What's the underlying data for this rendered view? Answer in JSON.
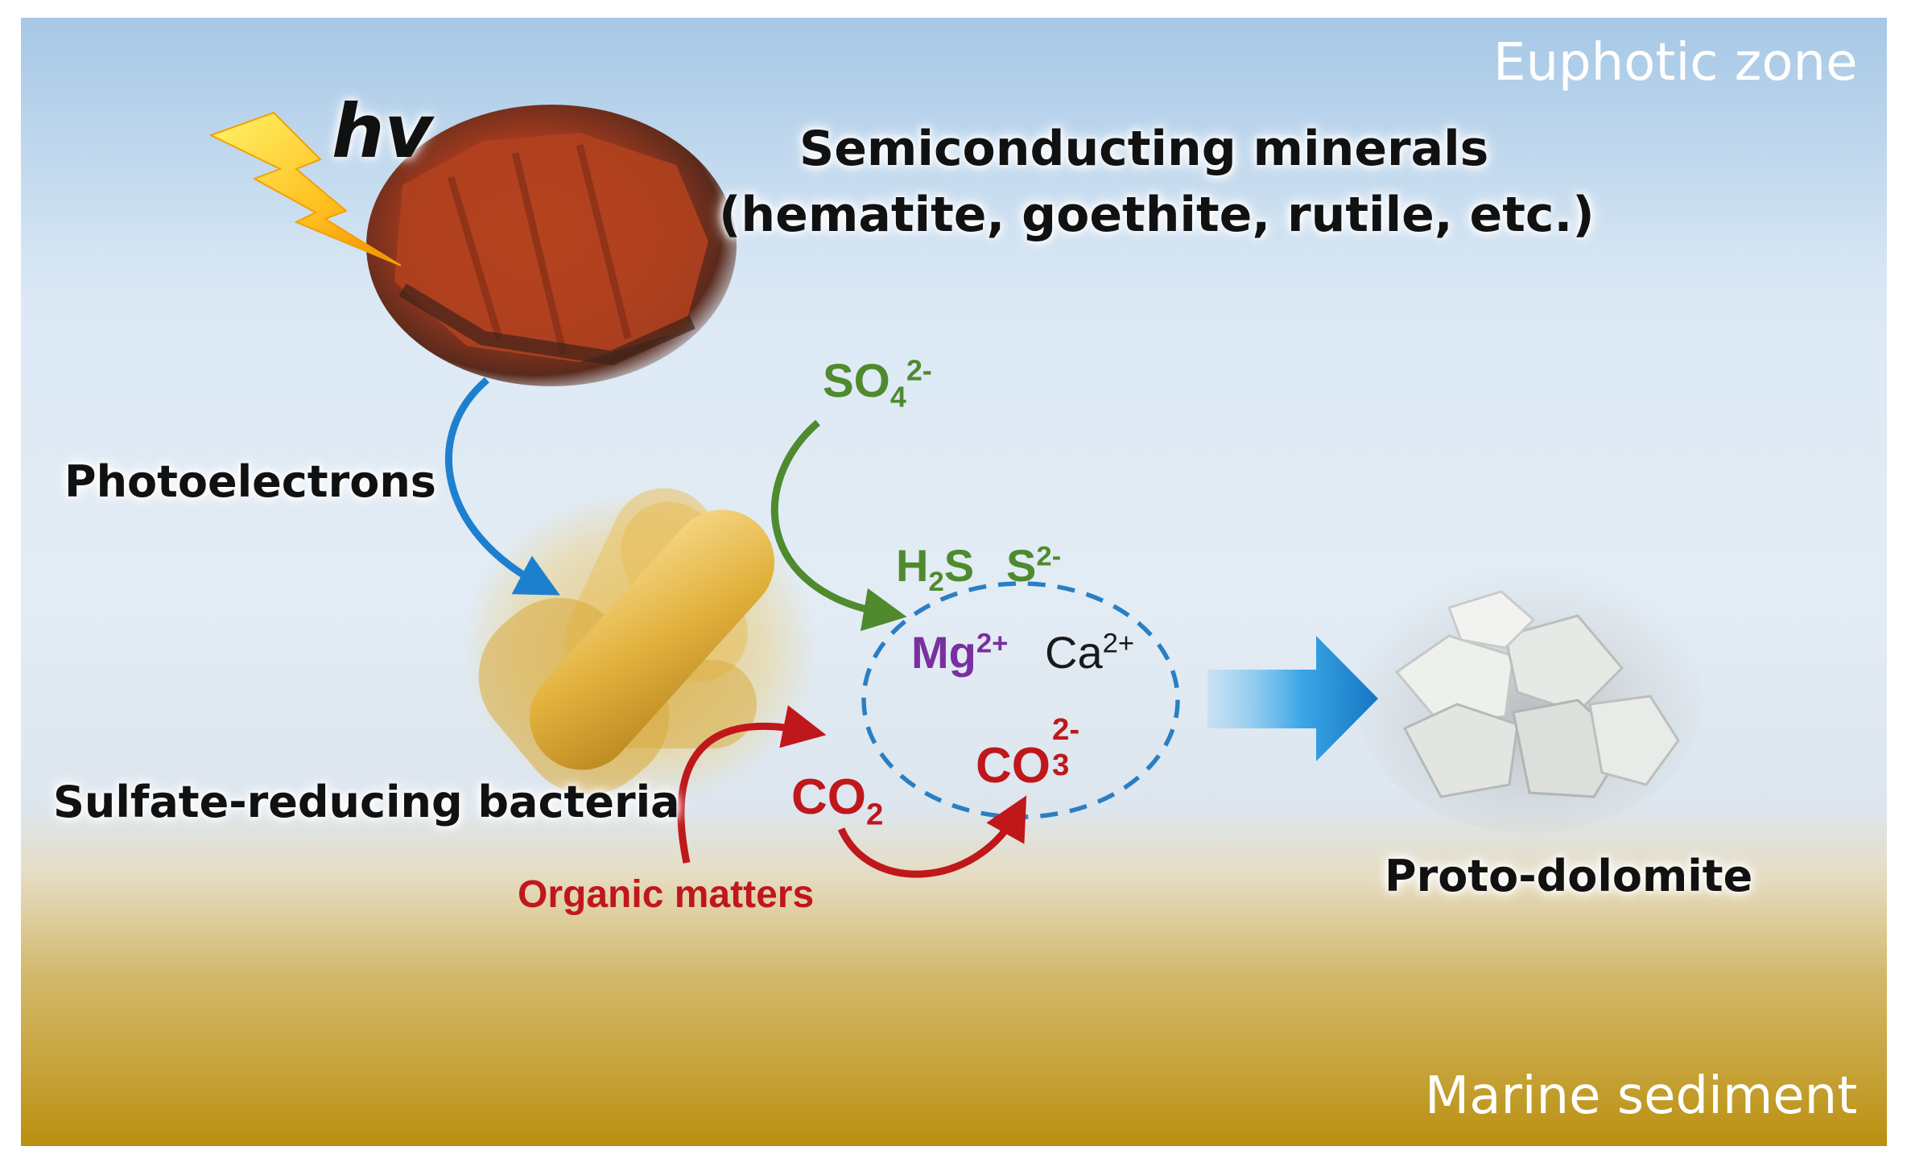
{
  "zones": {
    "top": "Euphotic zone",
    "bottom": "Marine sediment"
  },
  "light": {
    "symbol": "hv",
    "icon": "lightning-bolt-icon"
  },
  "minerals": {
    "line1": "Semiconducting minerals",
    "line2": "(hematite, goethite, rutile, etc.)"
  },
  "labels": {
    "photoelectrons": "Photoelectrons",
    "bacteria": "Sulfate-reducing bacteria",
    "organic": "Organic matters",
    "product": "Proto-dolomite"
  },
  "species": {
    "sulfate": {
      "base": "SO",
      "sub": "4",
      "sup": "2-"
    },
    "h2s": {
      "base": "H",
      "sub": "2",
      "tail": "S"
    },
    "sulfide": {
      "base": "S",
      "sup": "2-"
    },
    "mg": {
      "base": "Mg",
      "sup": "2+"
    },
    "ca": {
      "base": "Ca",
      "sup": "2+"
    },
    "co2": {
      "base": "CO",
      "sub": "2"
    },
    "co3": {
      "base": "CO",
      "sub": "3",
      "sup": "2-"
    }
  },
  "colors": {
    "blue_arrow": "#1f7fcf",
    "green_arrow": "#4f8a2e",
    "red_arrow": "#c0171b",
    "mg_purple": "#7a2fa0",
    "cell_dash": "#2a7fc4",
    "sky_top": "#a9cbe8",
    "sediment": "#bf9418"
  }
}
